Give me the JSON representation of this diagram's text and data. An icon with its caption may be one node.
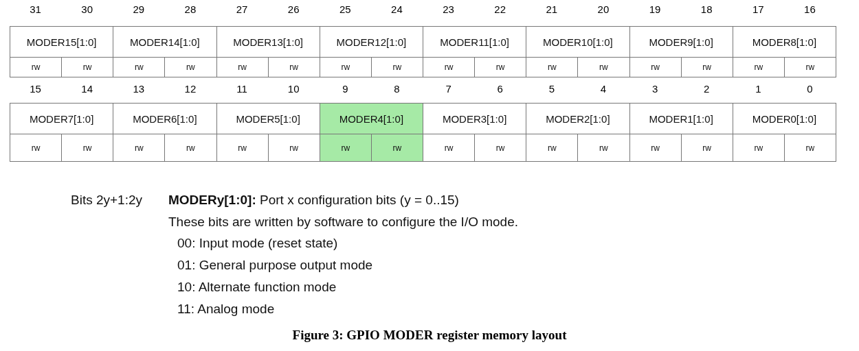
{
  "diagram": {
    "caption": "Figure 3: GPIO MODER register memory layout",
    "labels": [
      "31",
      "30",
      "29",
      "28",
      "27",
      "26",
      "25",
      "24",
      "23",
      "22",
      "21",
      "20",
      "19",
      "18",
      "17",
      "16",
      "MODER15[1:0]",
      "MODER14[1:0]",
      "MODER13[1:0]",
      "MODER12[1:0]",
      "MODER11[1:0]",
      "MODER10[1:0]",
      "MODER9[1:0]",
      "MODER8[1:0]",
      "rw",
      "rw",
      "rw",
      "rw",
      "rw",
      "rw",
      "rw",
      "rw",
      "rw",
      "rw",
      "rw",
      "rw",
      "rw",
      "rw",
      "rw",
      "rw",
      "15",
      "14",
      "13",
      "12",
      "11",
      "10",
      "9",
      "8",
      "7",
      "6",
      "5",
      "4",
      "3",
      "2",
      "1",
      "0",
      "MODER7[1:0]",
      "MODER6[1:0]",
      "MODER5[1:0]",
      "MODER4[1:0]",
      "MODER3[1:0]",
      "MODER2[1:0]",
      "MODER1[1:0]",
      "MODER0[1:0]",
      "rw",
      "rw",
      "rw",
      "rw",
      "rw",
      "rw",
      "rw",
      "rw",
      "rw",
      "rw",
      "rw",
      "rw",
      "rw",
      "rw",
      "rw",
      "rw",
      "Bits 2y+1:2y",
      "**MODERy[1:0]:** Port x configuration bits (y = 0..15)",
      "These bits are written by software to configure the I/O mode.",
      "00: Input mode (reset state)",
      "01: General purpose output mode",
      "10: Alternate function mode",
      "11: Analog mode"
    ]
  }
}
